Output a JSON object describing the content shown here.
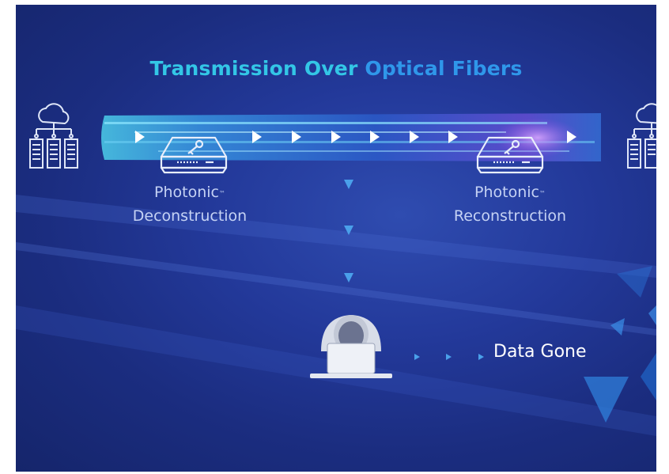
{
  "title": {
    "part1": "Transmission",
    "part2": "Over",
    "part3": "Optical Fibers"
  },
  "left_device": {
    "name": "Photonic",
    "mark": "™",
    "subtitle": "Deconstruction"
  },
  "right_device": {
    "name": "Photonic",
    "mark": "™",
    "subtitle": "Reconstruction"
  },
  "outcome": {
    "label": "Data Gone"
  },
  "colors": {
    "background": "#1b2d80",
    "title_cyan": "#33c6e6",
    "title_blue": "#2f97ea",
    "label": "#c5d2f4",
    "icon_stroke": "#dfe6f8"
  },
  "icons": [
    "cloud-server-icon",
    "encryption-device-icon",
    "key-icon",
    "hacker-laptop-icon",
    "arrow-icon"
  ]
}
